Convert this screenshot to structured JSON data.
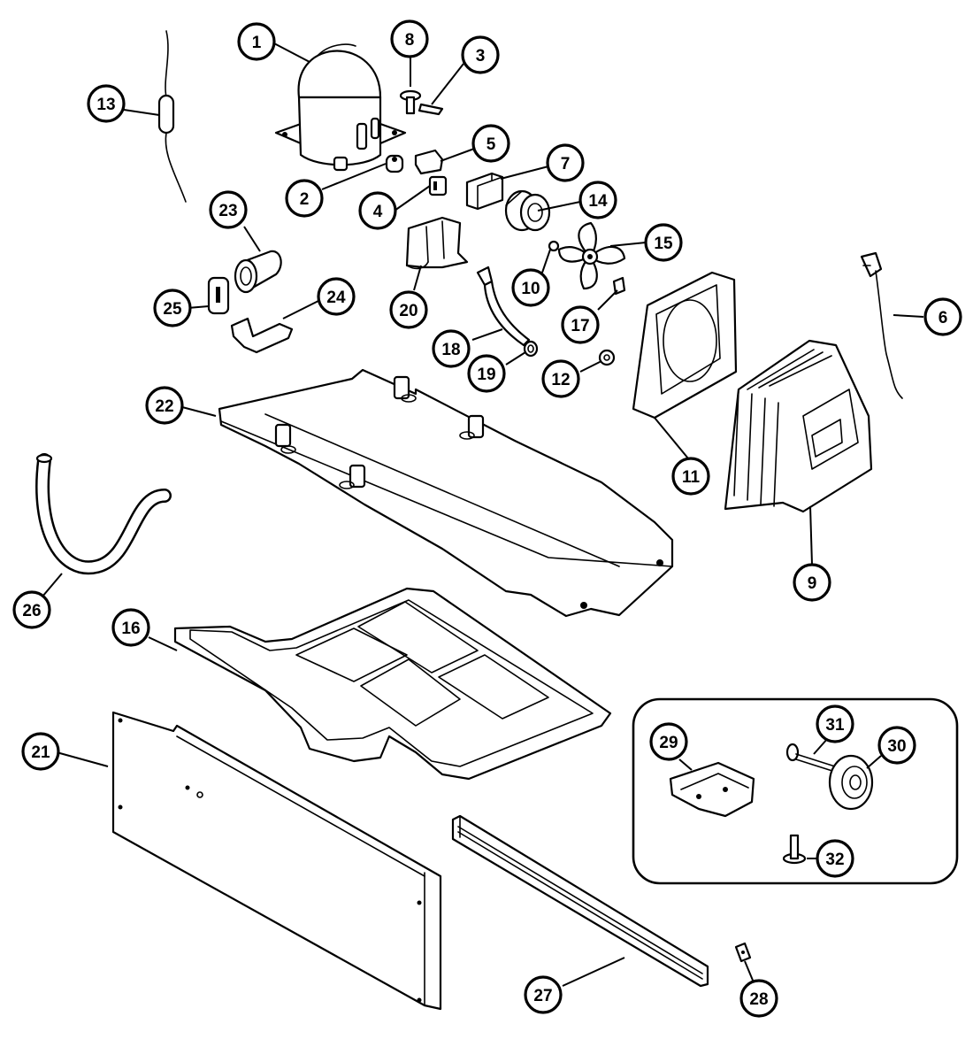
{
  "diagram": {
    "colors": {
      "line": "#000000",
      "fill": "#ffffff"
    },
    "parts": [
      {
        "id": "1",
        "label": "1"
      },
      {
        "id": "2",
        "label": "2"
      },
      {
        "id": "3",
        "label": "3"
      },
      {
        "id": "4",
        "label": "4"
      },
      {
        "id": "5",
        "label": "5"
      },
      {
        "id": "6",
        "label": "6"
      },
      {
        "id": "7",
        "label": "7"
      },
      {
        "id": "8",
        "label": "8"
      },
      {
        "id": "9",
        "label": "9"
      },
      {
        "id": "10",
        "label": "10"
      },
      {
        "id": "11",
        "label": "11"
      },
      {
        "id": "12",
        "label": "12"
      },
      {
        "id": "13",
        "label": "13"
      },
      {
        "id": "14",
        "label": "14"
      },
      {
        "id": "15",
        "label": "15"
      },
      {
        "id": "16",
        "label": "16"
      },
      {
        "id": "17",
        "label": "17"
      },
      {
        "id": "18",
        "label": "18"
      },
      {
        "id": "19",
        "label": "19"
      },
      {
        "id": "20",
        "label": "20"
      },
      {
        "id": "21",
        "label": "21"
      },
      {
        "id": "22",
        "label": "22"
      },
      {
        "id": "23",
        "label": "23"
      },
      {
        "id": "24",
        "label": "24"
      },
      {
        "id": "25",
        "label": "25"
      },
      {
        "id": "26",
        "label": "26"
      },
      {
        "id": "27",
        "label": "27"
      },
      {
        "id": "28",
        "label": "28"
      },
      {
        "id": "29",
        "label": "29"
      },
      {
        "id": "30",
        "label": "30"
      },
      {
        "id": "31",
        "label": "31"
      },
      {
        "id": "32",
        "label": "32"
      }
    ]
  }
}
